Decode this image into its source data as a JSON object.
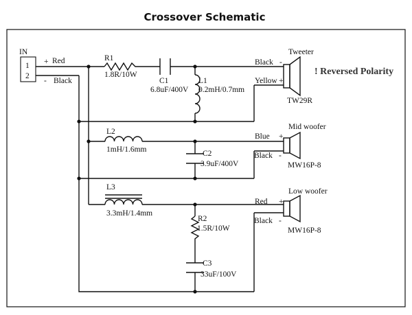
{
  "title": "Crossover Schematic",
  "input": {
    "label": "IN",
    "pin1": "1",
    "pin2": "2",
    "pos_sign": "+",
    "neg_sign": "-",
    "red": "Red",
    "black": "Black"
  },
  "tweeter_branch": {
    "r1_name": "R1",
    "r1_value": "1.8R/10W",
    "c1_name": "C1",
    "c1_value": "6.8uF/400V",
    "l1_name": "L1",
    "l1_value": "0.2mH/0.7mm",
    "wire_top": "Black",
    "wire_top_sign": "-",
    "wire_bottom": "Yellow",
    "wire_bottom_sign": "+",
    "driver_label": "Tweeter",
    "driver_model": "TW29R",
    "note": "! Reversed Polarity"
  },
  "mid_branch": {
    "l2_name": "L2",
    "l2_value": "1mH/1.6mm",
    "c2_name": "C2",
    "c2_value": "3.9uF/400V",
    "wire_top": "Blue",
    "wire_top_sign": "+",
    "wire_bottom": "Black",
    "wire_bottom_sign": "-",
    "driver_label": "Mid woofer",
    "driver_model": "MW16P-8"
  },
  "low_branch": {
    "l3_name": "L3",
    "l3_value": "3.3mH/1.4mm",
    "r2_name": "R2",
    "r2_value": "1.5R/10W",
    "c3_name": "C3",
    "c3_value": "33uF/100V",
    "wire_top": "Red",
    "wire_top_sign": "+",
    "wire_bottom": "Black",
    "wire_bottom_sign": "-",
    "driver_label": "Low woofer",
    "driver_model": "MW16P-8"
  }
}
